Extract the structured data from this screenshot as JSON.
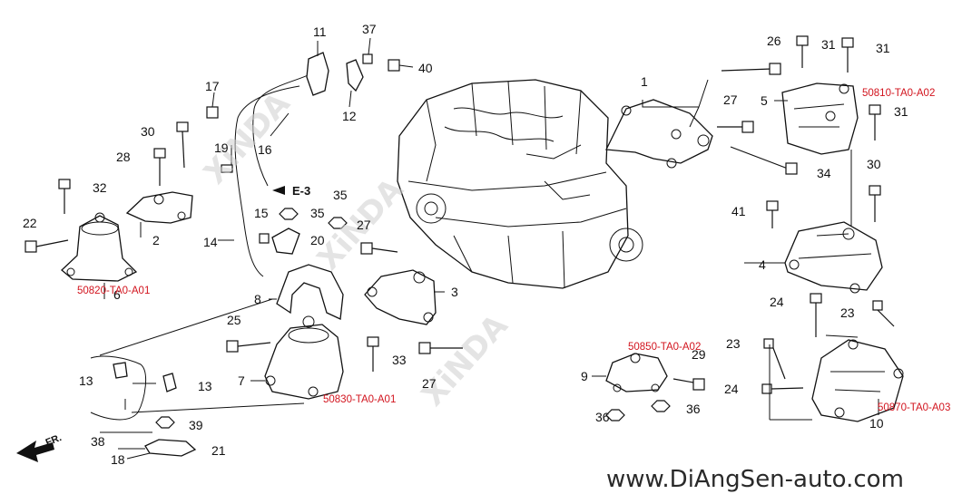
{
  "callouts": [
    "1",
    "2",
    "3",
    "4",
    "5",
    "6",
    "7",
    "8",
    "9",
    "10",
    "11",
    "12",
    "13",
    "13",
    "14",
    "15",
    "16",
    "17",
    "18",
    "19",
    "20",
    "21",
    "22",
    "23",
    "23",
    "24",
    "24",
    "25",
    "26",
    "27",
    "27",
    "27",
    "28",
    "29",
    "30",
    "30",
    "31",
    "31",
    "31",
    "32",
    "33",
    "34",
    "35",
    "35",
    "36",
    "36",
    "37",
    "38",
    "39",
    "40",
    "41"
  ],
  "part_numbers": [
    "50820-TA0-A01",
    "50810-TA0-A02",
    "50830-TA0-A01",
    "50850-TA0-A02",
    "50870-TA0-A03"
  ],
  "ref_label": "E-3",
  "direction_label": "FR.",
  "watermark": "XiNDA",
  "website": "www.DiAngSen-auto.com"
}
